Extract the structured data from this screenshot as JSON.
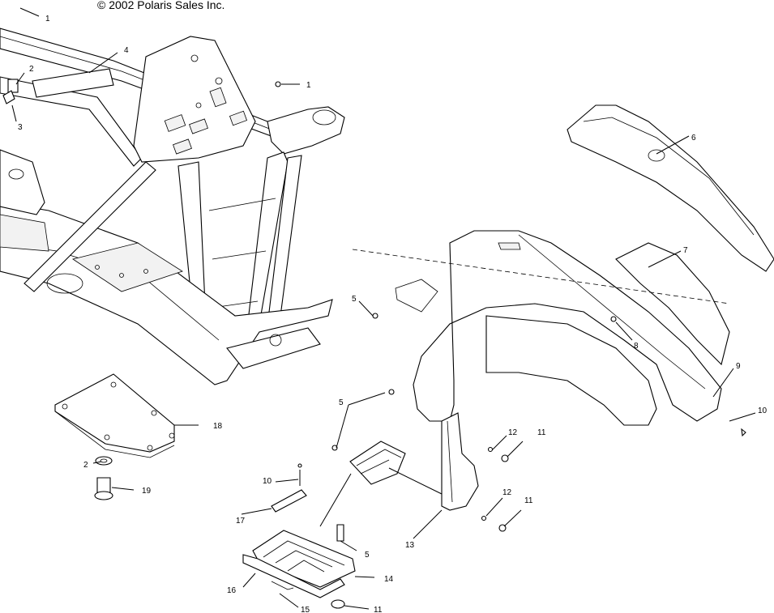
{
  "copyright": "© 2002 Polaris Sales Inc.",
  "callouts": [
    {
      "id": "c1a",
      "label": "1"
    },
    {
      "id": "c2a",
      "label": "2"
    },
    {
      "id": "c3",
      "label": "3"
    },
    {
      "id": "c4",
      "label": "4"
    },
    {
      "id": "c1b",
      "label": "1"
    },
    {
      "id": "c6",
      "label": "6"
    },
    {
      "id": "c7",
      "label": "7"
    },
    {
      "id": "c5a",
      "label": "5"
    },
    {
      "id": "c8",
      "label": "8"
    },
    {
      "id": "c9",
      "label": "9"
    },
    {
      "id": "c10a",
      "label": "10"
    },
    {
      "id": "c5b",
      "label": "5"
    },
    {
      "id": "c12a",
      "label": "12"
    },
    {
      "id": "c11a",
      "label": "11"
    },
    {
      "id": "c18",
      "label": "18"
    },
    {
      "id": "c2b",
      "label": "2"
    },
    {
      "id": "c19",
      "label": "19"
    },
    {
      "id": "c10b",
      "label": "10"
    },
    {
      "id": "c17",
      "label": "17"
    },
    {
      "id": "c12b",
      "label": "12"
    },
    {
      "id": "c11b",
      "label": "11"
    },
    {
      "id": "c13",
      "label": "13"
    },
    {
      "id": "c5c",
      "label": "5"
    },
    {
      "id": "c14",
      "label": "14"
    },
    {
      "id": "c16",
      "label": "16"
    },
    {
      "id": "c15",
      "label": "15"
    },
    {
      "id": "c11c",
      "label": "11"
    }
  ]
}
